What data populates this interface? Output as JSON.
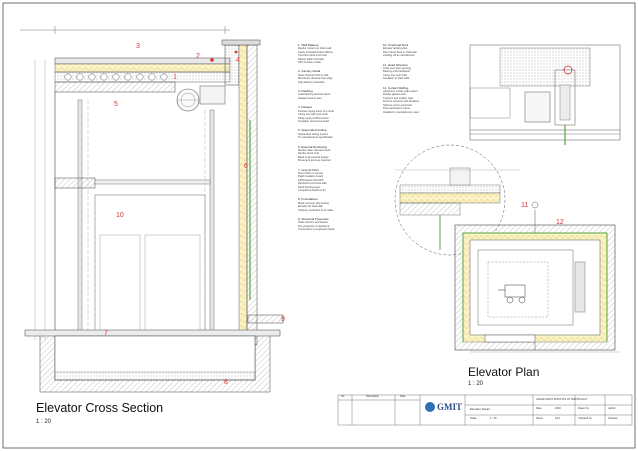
{
  "titles": {
    "section_title": "Elevator Cross Section",
    "section_scale": "1 : 20",
    "plan_title": "Elevator Plan",
    "plan_scale": "1 : 20"
  },
  "tags": {
    "t1": "1",
    "t2": "2",
    "t3": "3",
    "t4": "4",
    "t5": "5",
    "t6": "6",
    "t7": "7",
    "t8": "8",
    "t9": "9",
    "t10": "10",
    "t11": "11",
    "t12": "12"
  },
  "notes_left": [
    {
      "heading": "1. Wall Makeup",
      "lines": [
        "Render system on block wall",
        "Cavity insulated board 100mm",
        "Concrete block inner leaf",
        "Plaster finish internally",
        "DPC at base of wall"
      ]
    },
    {
      "heading": "2. Canopy Detail",
      "lines": [
        "Steel channel fixed to slab",
        "Membrane dressed over edge",
        "Drip detail to underside"
      ]
    },
    {
      "heading": "3. Flashing",
      "lines": [
        "Lead flashing dressed down",
        "Sealant bead to joint"
      ]
    },
    {
      "heading": "4. Parapet",
      "lines": [
        "Precast coping stone on mortar",
        "Cavity tray with stop ends",
        "Weep vents at 900 centres",
        "Insulation returned at head"
      ]
    },
    {
      "heading": "5. Suspended Ceiling",
      "lines": [
        "Suspended ceiling system",
        "To manufacturers specification"
      ]
    },
    {
      "heading": "6. External Rendering",
      "lines": [
        "Render base coat and mesh",
        "Render finish coat",
        "Bead to all external angles",
        "Movement joints as required"
      ]
    },
    {
      "heading": "7. Ground Floor",
      "lines": [
        "Floor finish on screed",
        "Rigid insulation board",
        "DPM lapped with DPC",
        "Reinforced concrete slab",
        "Sand blinding layer",
        "Compacted hardcore fill"
      ]
    },
    {
      "heading": "8. Foundations",
      "lines": [
        "Mass concrete strip footing",
        "Elevator pit base slab",
        "Tanking membrane to pit walls"
      ]
    },
    {
      "heading": "9. Structural Properties",
      "lines": [
        "Steel columns and beams",
        "Fire protection to steelwork",
        "Connections to engineers detail"
      ]
    }
  ],
  "notes_right": [
    {
      "heading": "10. Overhead Door",
      "lines": [
        "Elevator landing door",
        "Door frame fixed to shaft wall",
        "Landing sill to manufacturer"
      ]
    },
    {
      "heading": "11. Head Structure",
      "lines": [
        "Lintel over door opening",
        "Bearing onto blockwork",
        "Cavity tray over lintel",
        "Insulation to lintel soffit"
      ]
    },
    {
      "heading": "12. Curtain Walling",
      "lines": [
        "Aluminium curtain wall system",
        "Double glazed units",
        "Transom and mullion caps",
        "Fixed to structure with brackets",
        "Silicone seal to perimeter",
        "Thermal break to frame",
        "Installed to manufacturers spec"
      ]
    }
  ],
  "title_block": {
    "columns": [
      "No.",
      "Description",
      "Date"
    ],
    "institution": "GALWAY-MAYO INSTITUTE OF TECHNOLOGY",
    "logo_text": "GMIT",
    "project": "Elevator Detail",
    "fields": [
      {
        "label": "Date",
        "value": "2020"
      },
      {
        "label": "Drawn by",
        "value": "Author"
      },
      {
        "label": "Checked by",
        "value": "Checker"
      },
      {
        "label": "Sheet",
        "value": "A4-1"
      },
      {
        "label": "Scale",
        "value": "1 : 20"
      }
    ]
  }
}
